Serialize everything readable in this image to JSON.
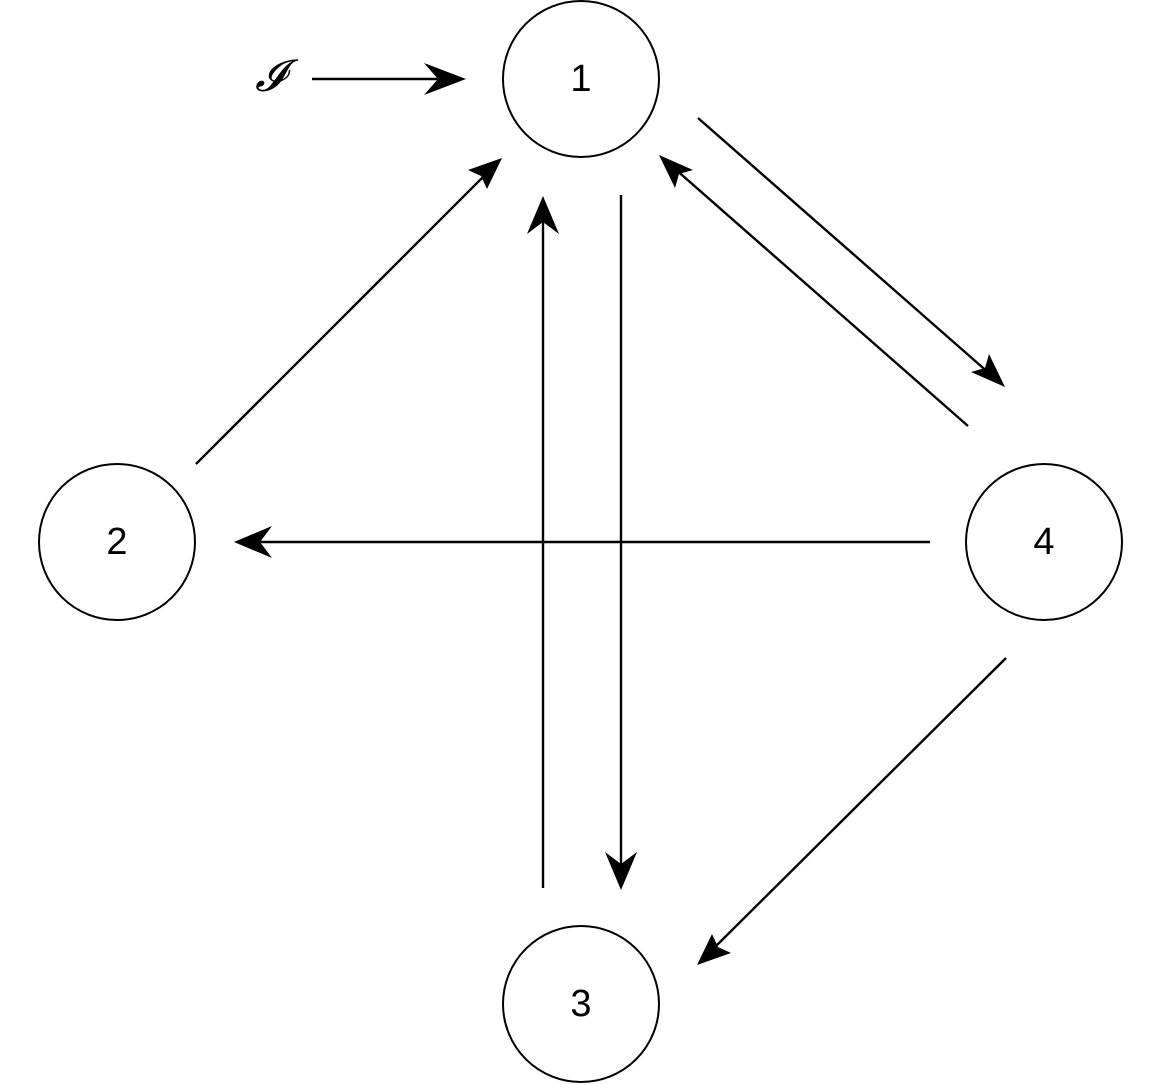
{
  "diagram": {
    "type": "directed-graph",
    "line_color": "#000000",
    "node_fill": "#ffffff",
    "background": "#ffffff",
    "initial_marker": {
      "label": "𝓘",
      "target": "1"
    },
    "nodes": [
      {
        "id": "1",
        "label": "1"
      },
      {
        "id": "2",
        "label": "2"
      },
      {
        "id": "3",
        "label": "3"
      },
      {
        "id": "4",
        "label": "4"
      }
    ],
    "edges": [
      {
        "from": "1",
        "to": "3"
      },
      {
        "from": "1",
        "to": "4"
      },
      {
        "from": "2",
        "to": "1"
      },
      {
        "from": "3",
        "to": "1"
      },
      {
        "from": "4",
        "to": "1"
      },
      {
        "from": "4",
        "to": "2"
      },
      {
        "from": "4",
        "to": "3"
      }
    ]
  }
}
